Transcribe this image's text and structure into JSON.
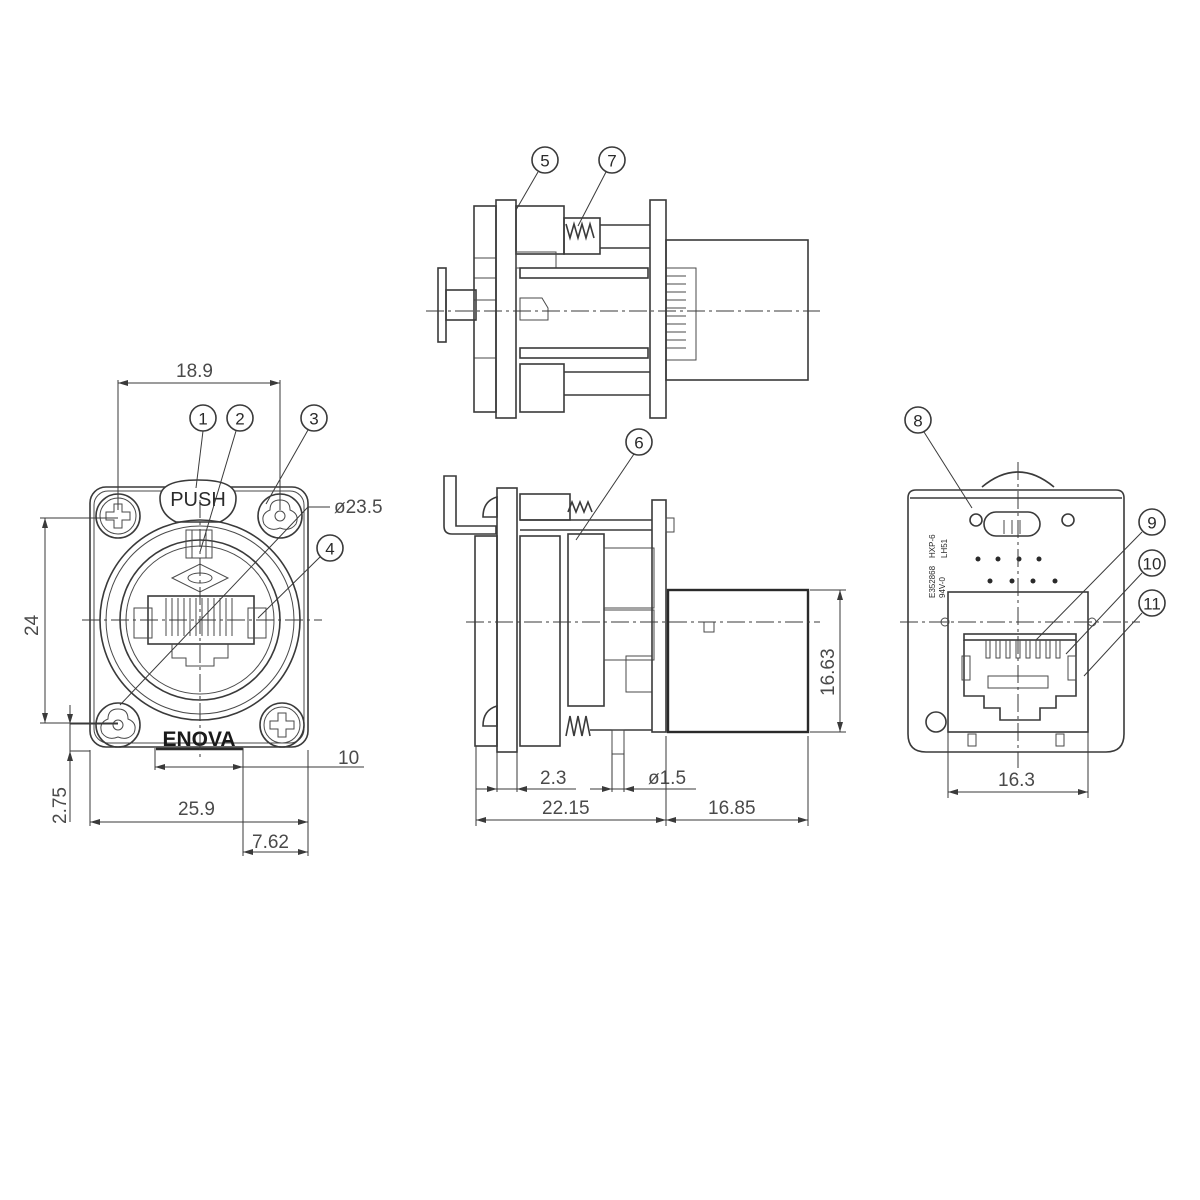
{
  "drawing": {
    "title": "ENOVA RJ45 panel connector technical drawing",
    "brand_label": "ENOVA",
    "push_label": "PUSH",
    "views": {
      "front": {
        "dimensions": {
          "width_top": "18.9",
          "height_left": "24",
          "diameter": "ø23.5",
          "offset_bottom": "10",
          "total_width": "25.9",
          "offset_left_small": "2.75",
          "offset_right": "7.62"
        },
        "callouts": [
          "1",
          "2",
          "3",
          "4"
        ]
      },
      "top": {
        "callouts": [
          "5",
          "7"
        ]
      },
      "side": {
        "dimensions": {
          "flange": "2.3",
          "pin": "ø1.5",
          "front_depth": "22.15",
          "rear_depth": "16.85",
          "body_height": "16.63"
        },
        "callouts": [
          "6"
        ]
      },
      "rear": {
        "dimensions": {
          "jack_width": "16.3"
        },
        "callouts": [
          "8",
          "9",
          "10",
          "11"
        ],
        "markings": {
          "line1": "E352868",
          "line2": "94V-0",
          "line3": "HXP-6",
          "line4": "LH51"
        }
      }
    },
    "colors": {
      "line": "#3a3a3a",
      "text": "#4a4a4a",
      "background": "#ffffff"
    }
  }
}
